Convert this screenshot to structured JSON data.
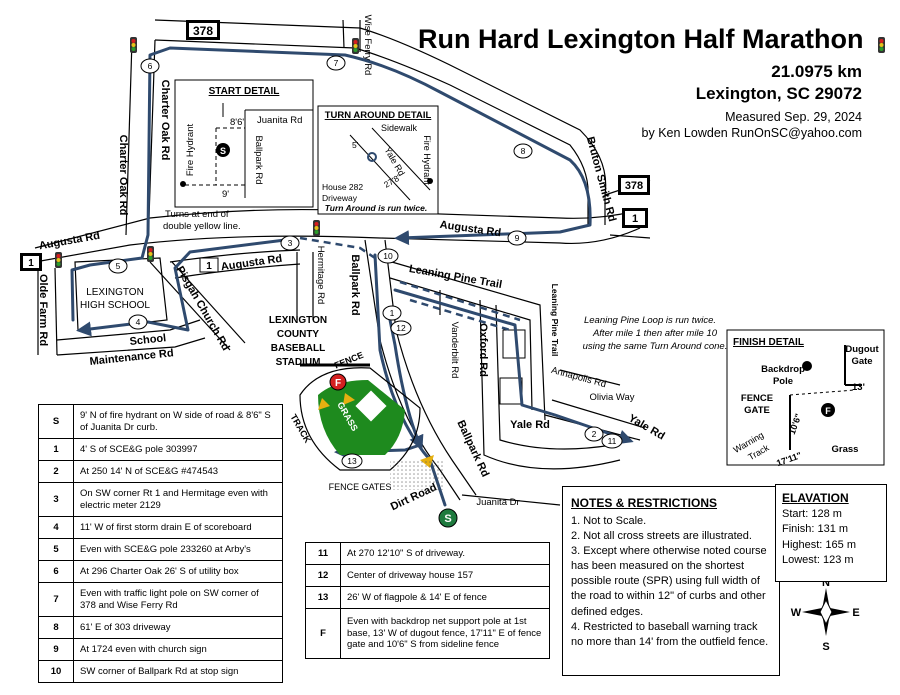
{
  "title": "Run Hard Lexington Half Marathon",
  "distance": "21.0975 km",
  "location": "Lexington, SC 29072",
  "measured_date": "Measured Sep. 29, 2024",
  "measured_by": "by Ken Lowden RunOnSC@yahoo.com",
  "roads": {
    "charter_oak_1": "Charter Oak Rd",
    "charter_oak_2": "Charter Oak Rd",
    "augusta_w": "Augusta Rd",
    "augusta_e": "Augusta Rd",
    "augusta_mid": "Augusta Rd",
    "olde_farm": "Olde Farm Rd",
    "pisgah": "Pisgah Church Rd",
    "school_maint_1": "School",
    "school_maint_2": "Maintenance  Rd",
    "wise_ferry": "Wise Ferry Rd",
    "bruton_smith": "Bruton Smith Rd",
    "hermitage": "Hermitage Rd",
    "ballpark_1": "Ballpark Rd",
    "ballpark_2": "Ballpark Rd",
    "leaning_pine": "Leaning Pine Trail",
    "leaning_pine_v": "Leaning Pine Trail",
    "vanderbilt": "Vanderbilt Rd",
    "oxford": "Oxford Rd",
    "annapolis": "Annapolis Rd",
    "olivia": "Olivia Way",
    "yale_1": "Yale Rd",
    "yale_2": "Yale Rd",
    "juanita": "Juanita Dr",
    "dirt_road": "Dirt Road"
  },
  "shields": {
    "us378_a": "378",
    "us378_b": "378",
    "us1_a": "1",
    "us1_b": "1",
    "us1_c": "1"
  },
  "places": {
    "school_1": "LEXINGTON",
    "school_2": "HIGH SCHOOL",
    "stadium": [
      "LEXINGTON",
      "COUNTY",
      "BASEBALL",
      "STADIUM"
    ],
    "fence": "FENCE",
    "fence_gates": "FENCE GATES",
    "track": "TRACK",
    "grass": "GRASS"
  },
  "annotations": {
    "turns_1": "Turns at end of",
    "turns_2": "double yellow line.",
    "leaning_note": [
      "Leaning Pine Loop is run twice.",
      "After mile 1 then after mile 10",
      "using the same Turn Around cone."
    ]
  },
  "markers": {
    "m1": "1",
    "m2": "2",
    "m3": "3",
    "m4": "4",
    "m5": "5",
    "m6": "6",
    "m7": "7",
    "m8": "8",
    "m9": "9",
    "m10": "10",
    "m11": "11",
    "m12": "12",
    "m13": "13",
    "start": "S",
    "finish_f": "F"
  },
  "start_detail": {
    "title": "START DETAIL",
    "dim1": "8'6\"",
    "road1": "Juanita Rd",
    "fire_hydrant": "Fire Hydrant",
    "ballpark": "Ballpark Rd",
    "dim2": "9'",
    "s": "S"
  },
  "turn_detail": {
    "title": "TURN AROUND DETAIL",
    "sidewalk": "Sidewalk",
    "yale": "Yale Rd",
    "hydrant": "Fire Hydrant",
    "dim1": "27'8\"",
    "dim2": "5'",
    "house1": "House 282",
    "house2": "Driveway",
    "note": "Turn Around is run twice."
  },
  "finish_detail": {
    "title": "FINISH DETAIL",
    "dugout_1": "Dugout",
    "dugout_2": "Gate",
    "backdrop_1": "Backdrop",
    "backdrop_2": "Pole",
    "dim_13": "13'",
    "fence_1": "FENCE",
    "fence_2": "GATE",
    "dim_106": "10'6\"",
    "warning_1": "Warning",
    "warning_2": "Track",
    "dim_1711": "17'11\"",
    "grass": "Grass",
    "f": "F"
  },
  "legend_left": [
    {
      "key": "S",
      "text": "9' N of fire hydrant on W side of road & 8'6\" S of Juanita Dr curb."
    },
    {
      "key": "1",
      "text": "4' S of SCE&G pole 303997"
    },
    {
      "key": "2",
      "text": "At 250 14' N of SCE&G #474543"
    },
    {
      "key": "3",
      "text": "On SW corner Rt 1 and Hermitage even with electric meter 2129"
    },
    {
      "key": "4",
      "text": "11' W of first storm drain E of scoreboard"
    },
    {
      "key": "5",
      "text": "Even with SCE&G pole 233260 at Arby's"
    },
    {
      "key": "6",
      "text": "At 296 Charter Oak 26' S of utility box"
    },
    {
      "key": "7",
      "text": "Even with traffic light pole on SW corner of 378 and Wise Ferry Rd"
    },
    {
      "key": "8",
      "text": "61' E of 303 driveway"
    },
    {
      "key": "9",
      "text": "At 1724 even with church sign"
    },
    {
      "key": "10",
      "text": "SW corner of Ballpark Rd at stop sign"
    }
  ],
  "legend_right": [
    {
      "key": "11",
      "text": "At 270 12'10\" S of driveway."
    },
    {
      "key": "12",
      "text": "Center of driveway house 157"
    },
    {
      "key": "13",
      "text": "26' W of flagpole & 14' E of fence"
    },
    {
      "key": "F",
      "text": "Even with backdrop net support pole at 1st base, 13' W of dugout fence, 17'11\" E of fence gate and 10'6\" S from sideline fence"
    }
  ],
  "notes": {
    "title": "NOTES & RESTRICTIONS",
    "items": [
      "1. Not to Scale.",
      "2. Not all cross streets are illustrated.",
      "3. Except where otherwise noted course has been measured on the shortest possible route (SPR) using full width of the road to within 12\" of curbs and other defined edges.",
      "4. Restricted to baseball warning track no more than 14' from the outfield fence."
    ]
  },
  "elevation": {
    "title": "ELAVATION",
    "start": "Start:   128 m",
    "finish": "Finish:  131 m",
    "highest": "Highest: 165 m",
    "lowest": "Lowest: 123 m"
  },
  "compass": {
    "n": "N",
    "s": "S",
    "e": "E",
    "w": "W"
  },
  "colors": {
    "route": "#2f4a6e",
    "grass": "#1e8a1e",
    "start_marker": "#1e7a3e",
    "finish_marker": "#d42020",
    "light_red": "#d61f1f",
    "light_yellow": "#e6c21a",
    "light_green": "#2b9b2b"
  }
}
